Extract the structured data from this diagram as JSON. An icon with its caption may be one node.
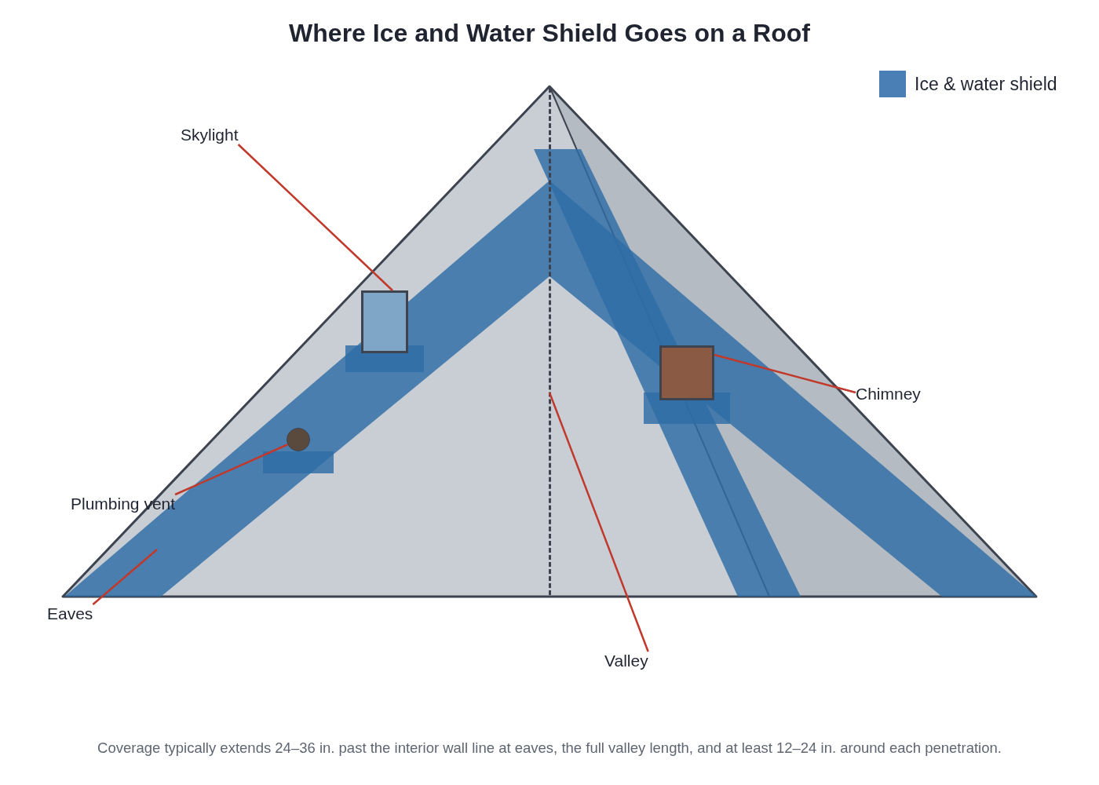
{
  "diagram": {
    "title": "Where Ice and Water Shield Goes on a Roof",
    "caption": "Coverage typically extends 24–36 in. past the interior wall line at eaves, the full valley length, and at least 12–24 in. around each penetration.",
    "nodes": [
      {
        "text": [
          "Skylight"
        ]
      },
      {
        "text": [],
        "shape": "box"
      },
      {
        "text": [
          "Plumbing vent"
        ]
      },
      {
        "text": [],
        "shape": "circle"
      },
      {
        "text": [
          "Chimney"
        ]
      },
      {
        "text": [],
        "shape": "box"
      },
      {
        "text": [
          "Eaves"
        ]
      },
      {
        "text": [
          "Valley"
        ]
      },
      {
        "text": [],
        "shape": "line"
      }
    ],
    "edges": [
      {
        "from": 0,
        "to": 1,
        "arrow": "none"
      },
      {
        "from": 4,
        "to": 5,
        "arrow": "none"
      },
      {
        "from": 2,
        "to": 3,
        "arrow": "none"
      },
      {
        "from": 6,
        "to": null,
        "arrow": "none"
      },
      {
        "from": 7,
        "to": 8,
        "arrow": "none"
      }
    ],
    "legend": [
      {
        "text": "Ice & water shield",
        "color": "#4a7fb5"
      }
    ]
  }
}
